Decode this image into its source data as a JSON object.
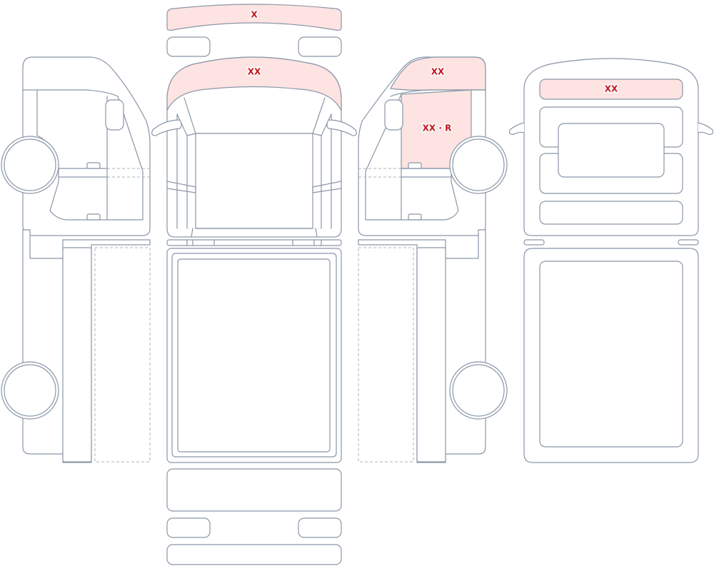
{
  "colors": {
    "outline": "#8a96a8",
    "damage_fill": "#fde3e1",
    "damage_label": "#c0141c"
  },
  "damage_labels": {
    "front_bumper_top": "X",
    "front_hood_roof": "XX",
    "right_roof": "XX",
    "right_front_door": "XX · R",
    "top_view_windshield": "XX"
  }
}
